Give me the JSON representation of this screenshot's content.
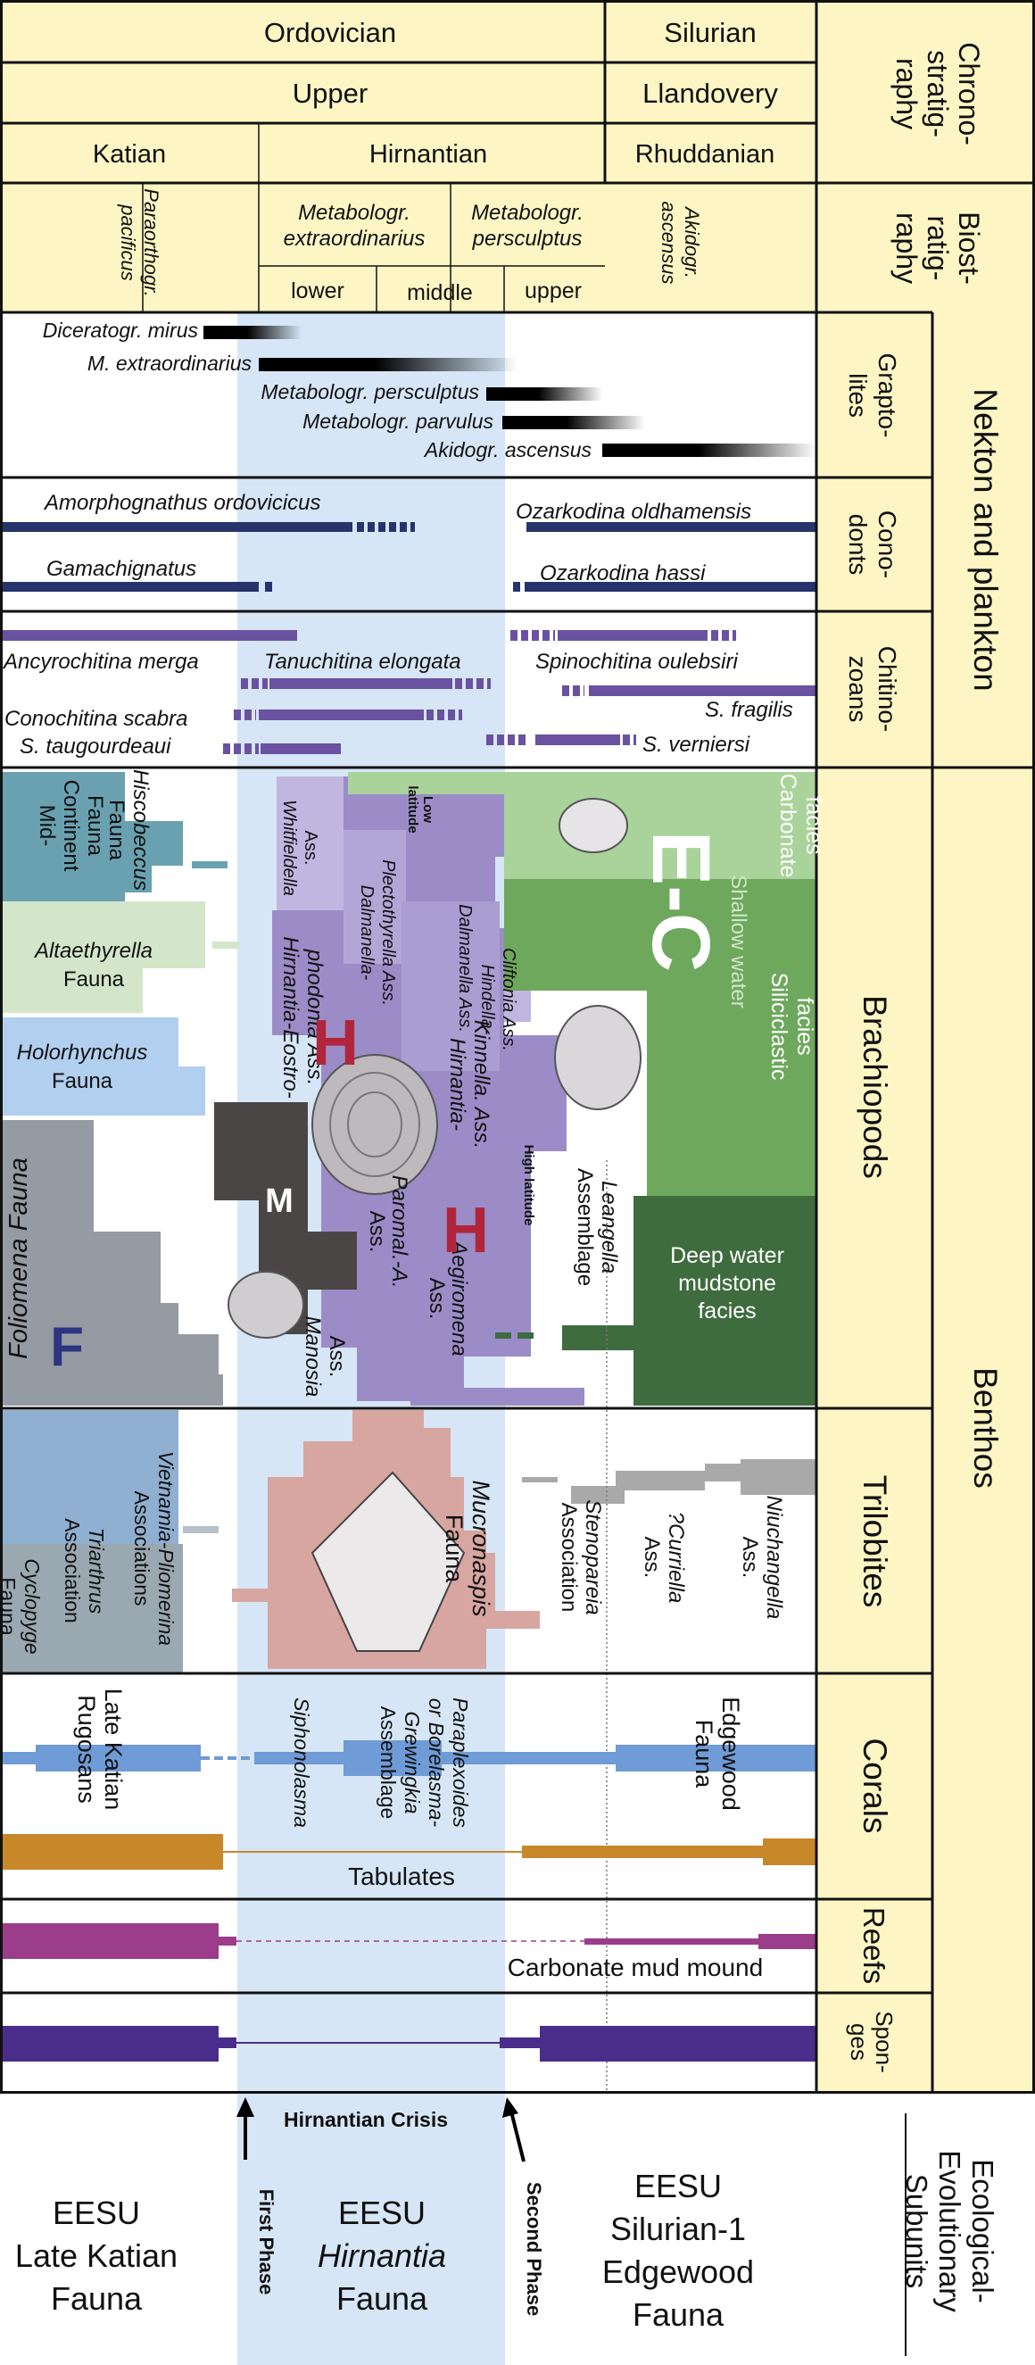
{
  "header": {
    "periods": [
      "Ordovician",
      "Silurian"
    ],
    "series": [
      "Upper",
      "Llandovery"
    ],
    "stages": [
      "Katian",
      "Hirnantian",
      "Rhuddanian"
    ],
    "hirnantian_parts": [
      "lower",
      "middle",
      "upper"
    ],
    "chronostratigraphy_label": "Chrono-strat ig-raphy",
    "chrono_lines": [
      "Chrono-",
      "stratig-",
      "raphy"
    ],
    "biostrat_lines": [
      "Biost-",
      "ratig-",
      "raphy"
    ]
  },
  "biozones": {
    "z1": [
      "Paraorthogr.",
      "pacificus"
    ],
    "z2": [
      "Metabologr.",
      "extraordinarius"
    ],
    "z3": [
      "Metabologr.",
      "persculptus"
    ],
    "z4": [
      "Akidogr.",
      "ascensus"
    ]
  },
  "side": {
    "graptolites": [
      "Grapto-",
      "lites"
    ],
    "conodonts": [
      "Cono-",
      "donts"
    ],
    "chitinozoans": [
      "Chitino-",
      "zoans"
    ],
    "nekton": "Nekton and plankton",
    "brachiopods": "Brachiopods",
    "trilobites": "Trilobites",
    "corals": "Corals",
    "reefs": "Reefs",
    "sponges": [
      "Spon-",
      "ges"
    ],
    "benthos": "Benthos",
    "eesu": [
      "Ecological-",
      "Evolutionary",
      "Subunits"
    ]
  },
  "graptolites": [
    "Diceratogr. mirus",
    "M. extraordinarius",
    "Metabologr. persculptus",
    "Metabologr. parvulus",
    "Akidogr. ascensus"
  ],
  "conodonts": [
    "Amorphognathus ordovicicus",
    "Ozarkodina oldhamensis",
    "Gamachignatus",
    "Ozarkodina hassi"
  ],
  "chitinozoans": [
    "Ancyrochitina merga",
    "Tanuchitina elongata",
    "Spinochitina oulebsiri",
    "S. fragilis",
    "Conochitina scabra",
    "S. taugourdeaui",
    "S. verniersi"
  ],
  "brachiopods": {
    "mid_continent": [
      "Mid-",
      "Continent",
      "Fauna"
    ],
    "hiscobeccus": [
      "Hiscobeccus",
      "Fauna"
    ],
    "altaethyrella": [
      "Altaethyrella",
      "Fauna"
    ],
    "holorhynchus": [
      "Holorhynchus",
      "Fauna"
    ],
    "foliomena": "Foliomena Fauna",
    "foliomena_letter": "F",
    "whitfieldella": [
      "Whitfieldella",
      "Ass."
    ],
    "dalmanella_plectothyrella": [
      "Dalmanella-",
      "Plectothyrella Ass."
    ],
    "hirnantia_eostrophodonta": [
      "Hirnantia-Eostro-",
      "phodonta Ass."
    ],
    "dalmanella_hindella": [
      "Dalmanella Ass.",
      "Hindella-",
      "Cliftonia Ass."
    ],
    "hirnantia_kinnella": [
      "Hirnantia-",
      "Kinnella. Ass."
    ],
    "paromal": [
      "Paromal.-A.",
      "Ass."
    ],
    "aegiromena": [
      "Aegiromena",
      "Ass."
    ],
    "manosia": [
      "Manosia",
      "Ass."
    ],
    "leangella": [
      "Leangella",
      "Assemblage"
    ],
    "low_latitude": [
      "Low",
      "latitude"
    ],
    "high_latitude": "High latitude",
    "letter_h": "H",
    "letter_m": "M",
    "letter_ec": "E-C",
    "carbonate": [
      "Carbonate",
      "facies"
    ],
    "shallow": "Shallow water",
    "siliciclastic": [
      "Siliciclastic",
      "facies"
    ],
    "deep_water": [
      "Deep water",
      "mudstone",
      "facies"
    ]
  },
  "trilobites": {
    "vietnamia": [
      "Vietnamia-Pliomerina",
      "Associations"
    ],
    "triarthrus": [
      "Triarthrus",
      "Association"
    ],
    "cyclopyge": [
      "Cyclopyge",
      "Fauna"
    ],
    "mucronaspis": [
      "Mucronaspis",
      "Fauna"
    ],
    "stenopareia": [
      "Stenopareia",
      "Association"
    ],
    "curriella": [
      "?Curriella",
      "Ass."
    ],
    "niuchangella": [
      "Niuchangella",
      "Ass."
    ]
  },
  "corals": {
    "late_katian": [
      "Late Katian",
      "Rugosans"
    ],
    "siphonolasma": "Siphonolasma",
    "paraplexoides": [
      "Paraplexoides",
      "or Borelasma-",
      "Grewingkia",
      "Assemblage"
    ],
    "edgewood": [
      "Edgewood",
      "Fauna"
    ],
    "tabulates": "Tabulates"
  },
  "reefs": {
    "mud_mound": "Carbonate mud mound"
  },
  "bottom": {
    "crisis": "Hirnantian Crisis",
    "first_phase": "First Phase",
    "second_phase": "Second Phase",
    "eesu_left": [
      "EESU",
      "Late Katian",
      "Fauna"
    ],
    "eesu_mid": [
      "EESU",
      "Hirnantia",
      "Fauna"
    ],
    "eesu_right": [
      "EESU",
      "Silurian-1",
      "Edgewood",
      "Fauna"
    ]
  },
  "colors": {
    "header_bg": "#fdf6c4",
    "hirnantian_band": "#d6e6f6",
    "graptolite_bar": "#000000",
    "conodont_bar": "#27336b",
    "chitinozoan_bar": "#6a52a0",
    "midcontinent": "#6aa1b1",
    "altaethyrella": "#d3e6c9",
    "holorhynchus": "#b1cfee",
    "foliomena": "#949ba3",
    "hirnantia_fauna": "#9b8cc7",
    "carbonate": "#a9d39a",
    "siliciclastic": "#6ea85d",
    "deep_water": "#3f6c3e",
    "h_letter": "#b1253a",
    "m_block": "#4a4646",
    "trilobite_left": "#8fb0d0",
    "mucronaspis": "#d8a6a1",
    "trilobite_right": "#a9a9a9",
    "rugosan": "#6f9bd6",
    "tabulate": "#c8882a",
    "reef": "#9b3d8a",
    "sponge": "#4a2d8a"
  }
}
